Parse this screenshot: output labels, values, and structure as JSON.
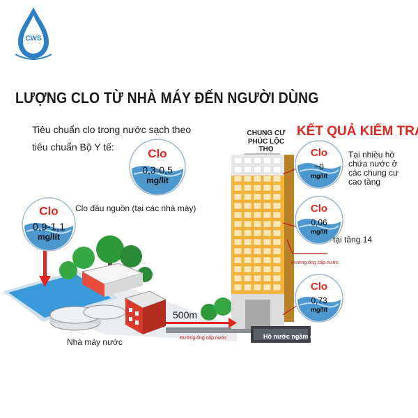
{
  "logo": {
    "text": "CWS"
  },
  "title": "LƯỢNG CLO TỪ NHÀ MÁY ĐẾN NGƯỜI DÙNG",
  "standard": {
    "line1": "Tiêu chuẩn clo trong nước sạch theo",
    "line2": "tiêu chuẩn Bộ Y tế:"
  },
  "bubbles": {
    "standard": {
      "title": "Clo",
      "value": "0,3-0,5",
      "unit": "mg/lít"
    },
    "source": {
      "title": "Clo",
      "value": "0,9-1,1",
      "unit": "mg/lít"
    },
    "high": {
      "title": "Clo",
      "value": "~0",
      "unit": "mg/lít"
    },
    "floor": {
      "title": "Clo",
      "value": "0,06",
      "unit": "mg/lít"
    },
    "tank": {
      "title": "Clo",
      "value": "0,73",
      "unit": "mg/lít"
    }
  },
  "source_label": "Clo đầu nguồn (tại các nhà máy)",
  "results_title": "KẾT QUẢ KIỂM TRA",
  "building": {
    "name_line1": "CHUNG CƯ",
    "name_line2": "PHÚC LỘC THỌ"
  },
  "notes": {
    "high": "Tại nhiều hồ chứa nước ở các chung cư cao tầng",
    "floor": "tại tầng 14"
  },
  "pipe_labels": {
    "right": "Đường ống cấp nước",
    "bottom": "Đường ống cấp nước"
  },
  "distance": "500m",
  "plant_label": "Nhà máy nước",
  "tank_label": "Hồ nước ngầm chung cư",
  "colors": {
    "accent_red": "#e32520",
    "water_blue": "#2f86c8",
    "tree_green": "#2e9a3a",
    "building_yellow": "#f0b43a"
  }
}
